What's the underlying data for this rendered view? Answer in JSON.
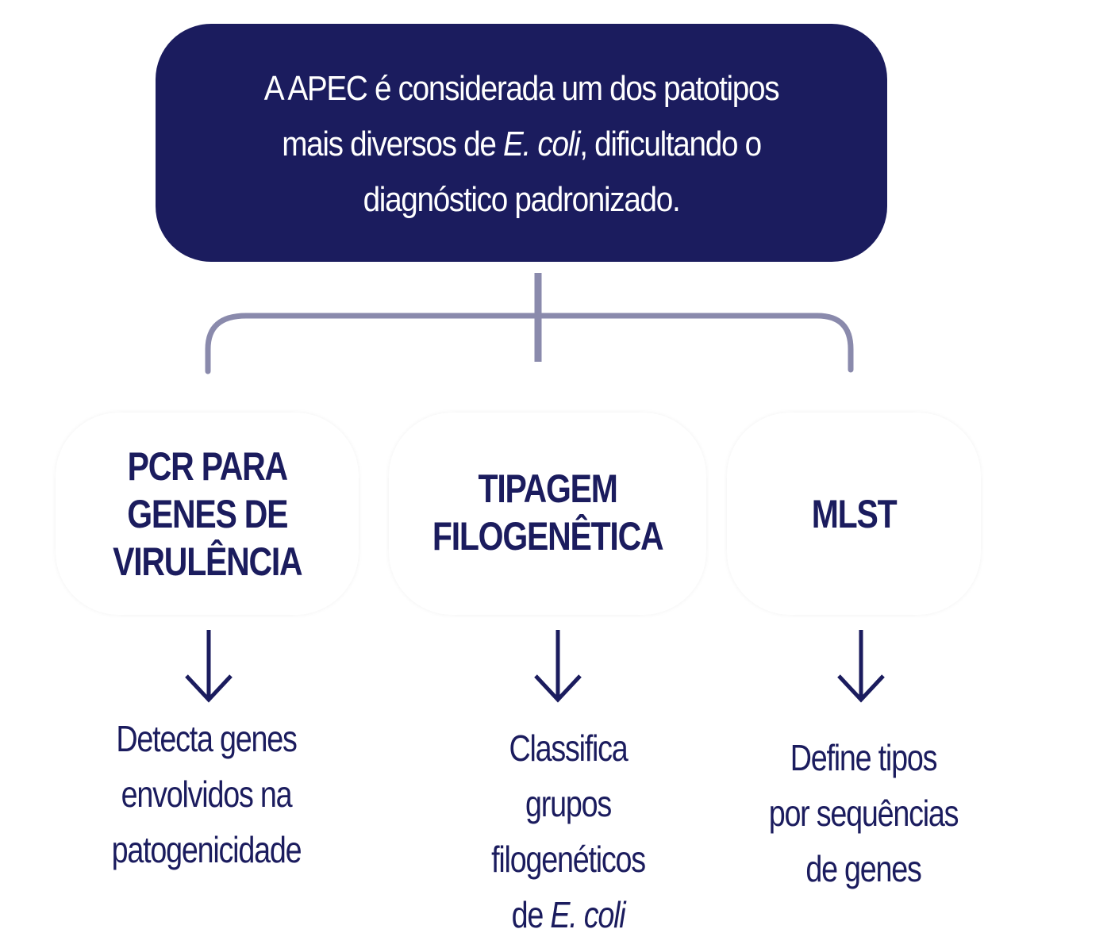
{
  "header": {
    "line1": "A APEC é considerada um dos patotipos",
    "line2_prefix": "mais diversos de ",
    "line2_italic": "E. coli",
    "line2_suffix": ", dificultando o",
    "line3": "diagnóstico padronizado."
  },
  "methods": [
    {
      "title_lines": [
        "PCR PARA",
        "GENES DE",
        "VIRULÊNCIA"
      ],
      "description_lines": [
        "Detecta genes",
        "envolvidos na",
        "patogenicidade"
      ]
    },
    {
      "title_lines": [
        "TIPAGEM",
        "FILOGENÊTICA"
      ],
      "description_lines": [
        "Classifica",
        "grupos",
        "filogenéticos"
      ],
      "description_last_prefix": "de ",
      "description_last_italic": "E. coli"
    },
    {
      "title_lines": [
        "MLST"
      ],
      "description_lines": [
        "Define tipos",
        "por sequências",
        "de genes"
      ]
    }
  ],
  "colors": {
    "primary": "#1b1c5e",
    "connector": "#8a8aac",
    "background": "#ffffff"
  },
  "icons": {
    "arrow": "arrow-down-icon"
  }
}
